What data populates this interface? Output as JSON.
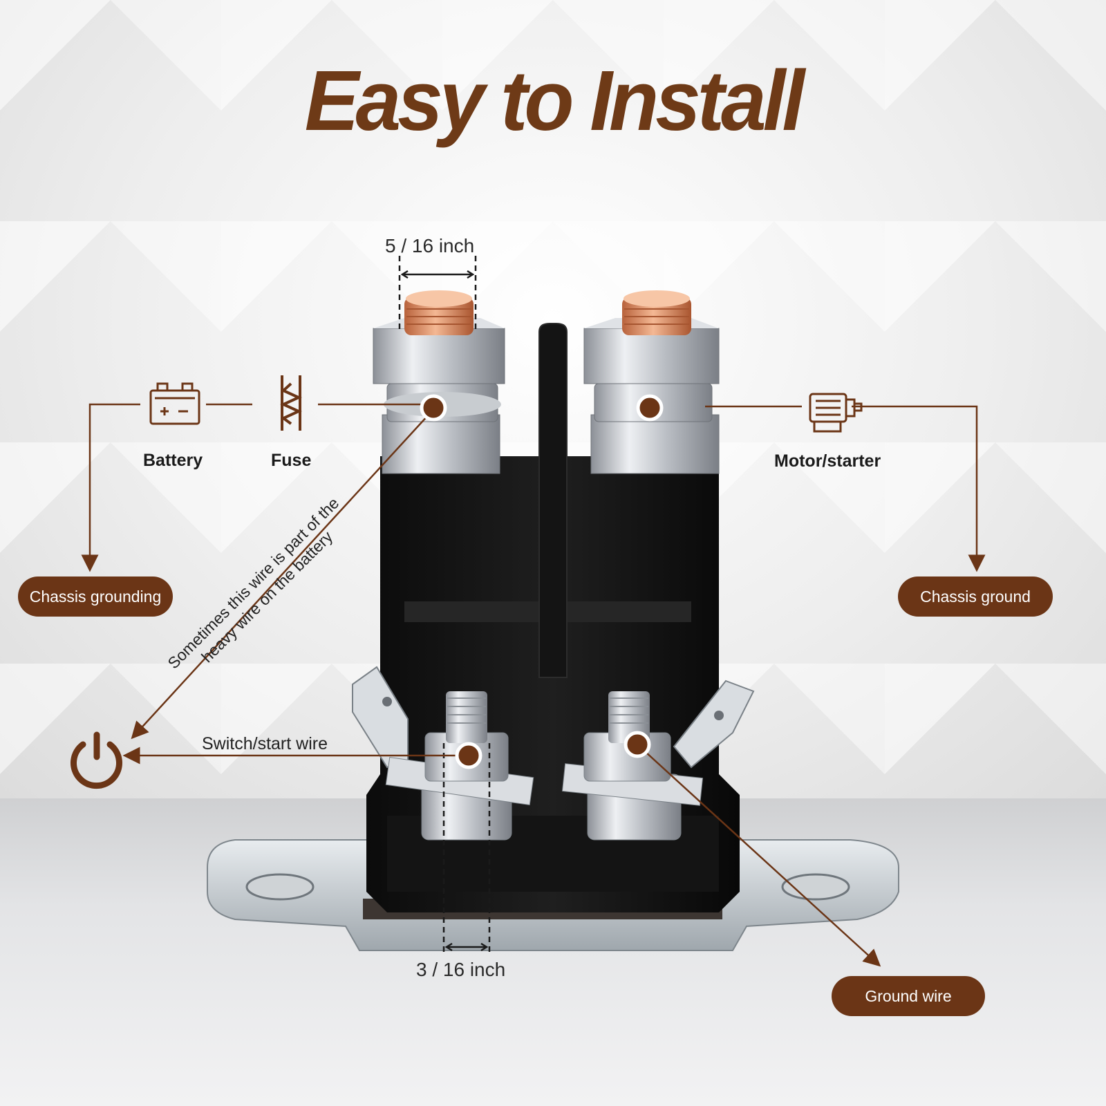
{
  "title": "Easy to Install",
  "dimensions": {
    "top": "5 / 16 inch",
    "bottom": "3 / 16 inch"
  },
  "labels": {
    "battery": "Battery",
    "fuse": "Fuse",
    "motor_starter": "Motor/starter",
    "switch_start_wire": "Switch/start wire",
    "note_line1": "Sometimes this wire is part of the",
    "note_line2": "heavy wire on the battery"
  },
  "pills": {
    "chassis_grounding": "Chassis grounding",
    "chassis_ground": "Chassis ground",
    "ground_wire": "Ground wire"
  },
  "icons": [
    "battery-icon",
    "fuse-icon",
    "motor-icon",
    "power-icon"
  ],
  "colors": {
    "accent": "#6b3516",
    "title": "#6e3a17",
    "copper": "#d98d63"
  }
}
